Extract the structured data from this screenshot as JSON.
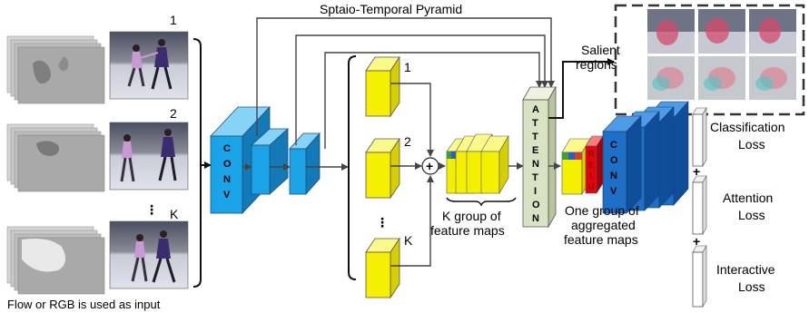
{
  "pyramid_label": "Sptaio-Temporal Pyramid",
  "frame_numbers": [
    "1",
    "2",
    "K"
  ],
  "vertical_dots": "⋮",
  "input_caption": "Flow or RGB is used as input",
  "conv_letters": [
    "C",
    "O",
    "N",
    "V"
  ],
  "branch_numbers": [
    "1",
    "2",
    "K"
  ],
  "plus_symbol": "+",
  "k_group_label": [
    "K group of",
    "feature maps"
  ],
  "attention_letters": [
    "A",
    "T",
    "T",
    "E",
    "N",
    "T",
    "I",
    "O",
    "N"
  ],
  "relu_letters": [
    "R",
    "E",
    "L",
    "U"
  ],
  "one_group_label": [
    "One group of",
    "aggregated",
    "feature maps"
  ],
  "salient_label": [
    "Salient",
    "regions"
  ],
  "losses": [
    {
      "name": [
        "Classification",
        "Loss"
      ]
    },
    {
      "name": [
        "Attention",
        "Loss"
      ]
    },
    {
      "name": [
        "Interactive",
        "Loss"
      ]
    }
  ],
  "colors": {
    "conv_blue": "#1ba3e8",
    "conv_dark_blue": "#1e6fc6",
    "feature_yellow": "#f5f000",
    "attention_green": "#d9e3c3",
    "relu_red": "#e8000f"
  }
}
